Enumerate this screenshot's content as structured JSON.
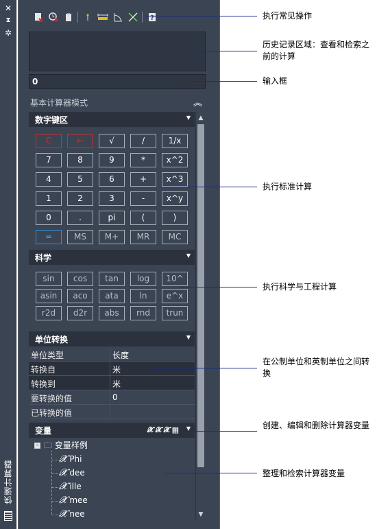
{
  "strip": {
    "title": "快速计算器"
  },
  "input": {
    "value": "0"
  },
  "mode_label": "基本计算器模式",
  "sections": {
    "numpad": "数字键区",
    "science": "科学",
    "unit": "单位转换",
    "vars": "变量"
  },
  "numpad": {
    "rows": [
      [
        "C",
        "←",
        "√",
        "/",
        "1/x"
      ],
      [
        "7",
        "8",
        "9",
        "*",
        "x^2"
      ],
      [
        "4",
        "5",
        "6",
        "+",
        "x^3"
      ],
      [
        "1",
        "2",
        "3",
        "-",
        "x^y"
      ],
      [
        "0",
        ".",
        "pi",
        "(",
        ")"
      ],
      [
        "=",
        "MS",
        "M+",
        "MR",
        "MC"
      ]
    ]
  },
  "science": {
    "rows": [
      [
        "sin",
        "cos",
        "tan",
        "log",
        "10^"
      ],
      [
        "asin",
        "aco",
        "ata",
        "ln",
        "e^x"
      ],
      [
        "r2d",
        "d2r",
        "abs",
        "rnd",
        "trun"
      ]
    ]
  },
  "unit": {
    "rows": [
      {
        "k": "单位类型",
        "v": "长度"
      },
      {
        "k": "转换自",
        "v": "米"
      },
      {
        "k": "转换到",
        "v": "米"
      },
      {
        "k": "要转换的值",
        "v": "0"
      },
      {
        "k": "已转换的值",
        "v": ""
      }
    ]
  },
  "vars": {
    "group": "变量样例",
    "items": [
      "Phi",
      "dee",
      "ille",
      "mee",
      "nee"
    ]
  },
  "callouts": [
    "执行常见操作",
    "历史记录区域：查看和检索之前的计算",
    "输入框",
    "执行标准计算",
    "执行科学与工程计算",
    "在公制单位和英制单位之间转换",
    "创建、编辑和删除计算器变量",
    "整理和检索计算器变量"
  ]
}
